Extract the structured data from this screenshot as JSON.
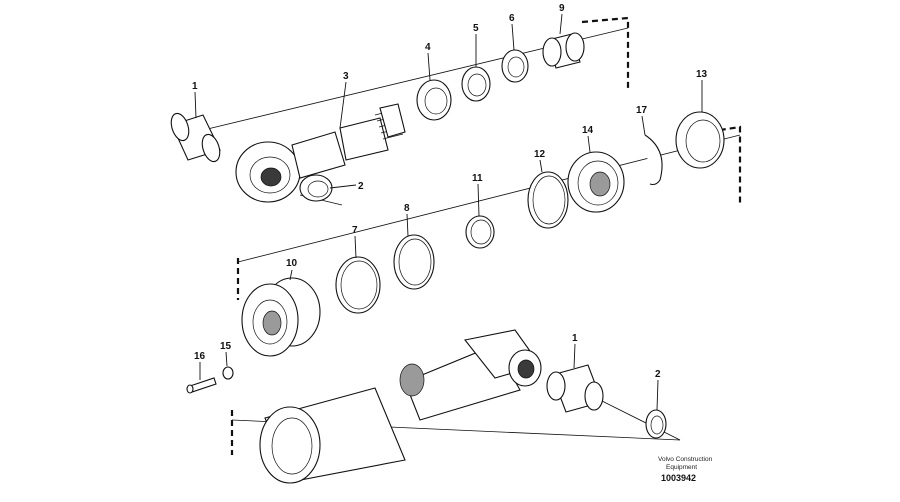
{
  "callouts": [
    {
      "id": "c1a",
      "label": "1"
    },
    {
      "id": "c2a",
      "label": "2"
    },
    {
      "id": "c3",
      "label": "3"
    },
    {
      "id": "c4",
      "label": "4"
    },
    {
      "id": "c5",
      "label": "5"
    },
    {
      "id": "c6",
      "label": "6"
    },
    {
      "id": "c9",
      "label": "9"
    },
    {
      "id": "c13",
      "label": "13"
    },
    {
      "id": "c17",
      "label": "17"
    },
    {
      "id": "c14",
      "label": "14"
    },
    {
      "id": "c12",
      "label": "12"
    },
    {
      "id": "c11",
      "label": "11"
    },
    {
      "id": "c8",
      "label": "8"
    },
    {
      "id": "c7",
      "label": "7"
    },
    {
      "id": "c10",
      "label": "10"
    },
    {
      "id": "c16",
      "label": "16"
    },
    {
      "id": "c15",
      "label": "15"
    },
    {
      "id": "c1b",
      "label": "1"
    },
    {
      "id": "c2b",
      "label": "2"
    }
  ],
  "footer": {
    "line1": "Volvo Construction",
    "line2": "Equipment",
    "drawing_id": "1003942"
  }
}
